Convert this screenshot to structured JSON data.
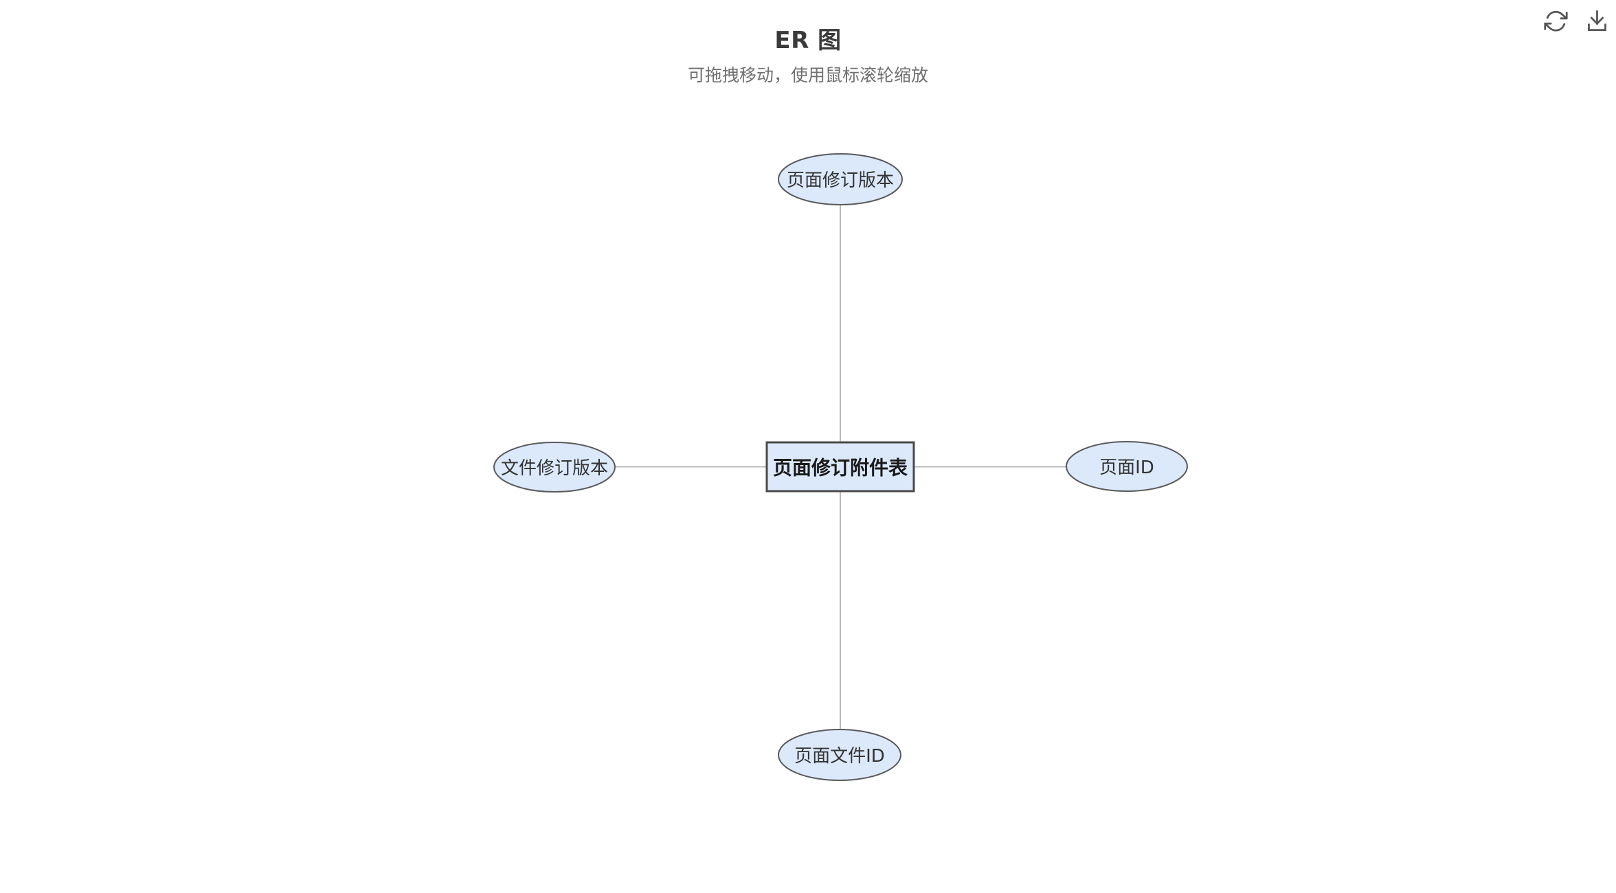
{
  "header": {
    "title": "ER 图",
    "subtitle": "可拖拽移动，使用鼠标滚轮缩放"
  },
  "toolbar": {
    "refresh_icon": "refresh-icon",
    "download_icon": "download-icon"
  },
  "colors": {
    "node_fill": "#dbe9fa",
    "attr_border": "#5a5a5a",
    "entity_border": "#4a4a4a",
    "edge": "#b9b9b9",
    "icon": "#555555",
    "title_text": "#3a3a3a",
    "subtitle_text": "#707070"
  },
  "diagram": {
    "entity": {
      "label": "页面修订附件表",
      "shape": "rectangle"
    },
    "attributes": [
      {
        "label": "页面修订版本",
        "position": "top",
        "shape": "ellipse"
      },
      {
        "label": "文件修订版本",
        "position": "left",
        "shape": "ellipse"
      },
      {
        "label": "页面ID",
        "position": "right",
        "shape": "ellipse"
      },
      {
        "label": "页面文件ID",
        "position": "bottom",
        "shape": "ellipse"
      }
    ],
    "edges": [
      {
        "from": "页面修订附件表",
        "to": "页面修订版本"
      },
      {
        "from": "页面修订附件表",
        "to": "文件修订版本"
      },
      {
        "from": "页面修订附件表",
        "to": "页面ID"
      },
      {
        "from": "页面修订附件表",
        "to": "页面文件ID"
      }
    ]
  }
}
